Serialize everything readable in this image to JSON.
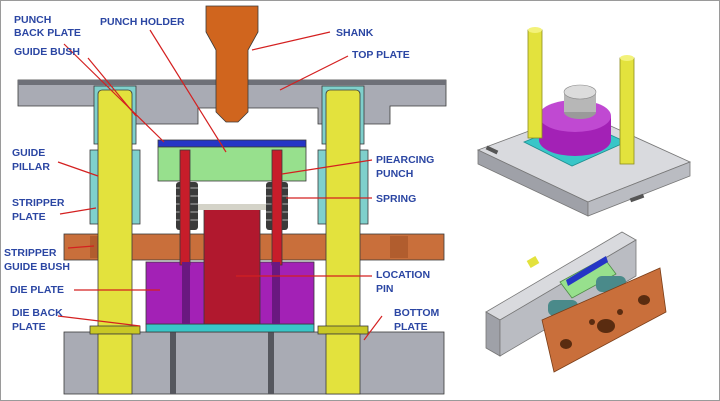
{
  "labels": {
    "punch_back_plate": [
      "PUNCH",
      "BACK PLATE"
    ],
    "guide_bush": "GUIDE BUSH",
    "punch_holder": "PUNCH HOLDER",
    "shank": "SHANK",
    "top_plate": "TOP PLATE",
    "guide_pillar": [
      "GUIDE",
      "PILLAR"
    ],
    "piercing_punch": [
      "PIEARCING",
      "PUNCH"
    ],
    "spring": "SPRING",
    "stripper_plate": [
      "STRIPPER",
      "PLATE"
    ],
    "stripper_guide_bush": [
      "STRIPPER",
      "GUIDE BUSH"
    ],
    "location_pin": [
      "LOCATION",
      "PIN"
    ],
    "die_plate": "DIE PLATE",
    "bottom_plate": [
      "BOTTOM",
      "PLATE"
    ],
    "die_back_plate": [
      "DIE BACK",
      "PLATE"
    ]
  },
  "colors": {
    "plate_gray": "#a9abb4",
    "pillar_yellow": "#e3e23d",
    "guide_bush_cyan": "#7fd0cc",
    "shank_orange": "#d0651e",
    "punch_holder_green": "#97e08d",
    "punch_back_plate_blue": "#2535c6",
    "piercing_punch_red": "#c71d2a",
    "location_pin_crimson": "#b1182e",
    "die_plate_magenta": "#a321b6",
    "stripper_plate_brown": "#c96f3b",
    "die_back_plate_cyan": "#38c6c8",
    "leader_red": "#d42020",
    "label_blue": "#2b46a3"
  }
}
